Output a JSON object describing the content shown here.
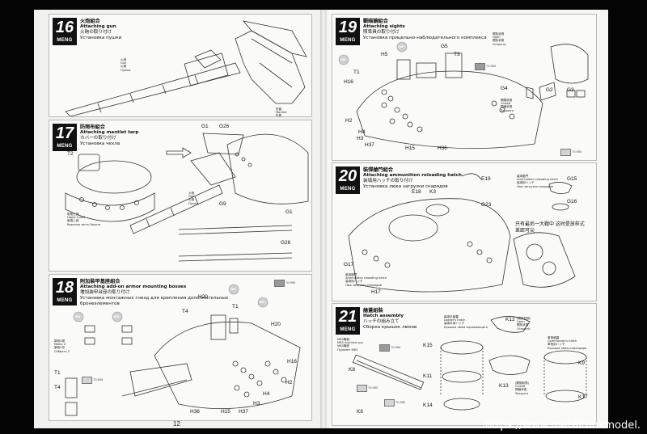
{
  "left_page": {
    "page_number": "12",
    "steps": [
      {
        "number": "16",
        "brand": "MENG",
        "title_zh": "火炮組合",
        "title_en": "Attaching gun",
        "title_jp": "火砲の取り付け",
        "title_ru": "Установка пушки",
        "labels": [
          {
            "text": "火炮\nGun\n火砲\nПушка"
          },
          {
            "text": "防盾\nMantlet\n防盾\nБронемаска"
          }
        ]
      },
      {
        "number": "17",
        "brand": "MENG",
        "title_zh": "防雨布組合",
        "title_en": "Attaching mantlet tarp",
        "title_jp": "カバーの取り付け",
        "title_ru": "Установка чехла",
        "parts": [
          "G1",
          "G26",
          "T2",
          "G9",
          "G1",
          "G26"
        ],
        "labels": [
          {
            "text": "大炮\nGun\n火砲\nПушка"
          },
          {
            "text": "砲塔上部\nUpper turret\n砲塔上部\nВерхняя часть башни"
          }
        ]
      },
      {
        "number": "18",
        "brand": "MENG",
        "title_zh": "附加裝甲基座組合",
        "title_en": "Attaching add-on armor mounting bosses",
        "title_jp": "増加装甲台座の取り付け",
        "title_ru": "Установка монтажных гнезд для крепления дополнительных бронеэлементов",
        "parts": [
          "H20",
          "T4",
          "T1",
          "H20",
          "H16",
          "H2",
          "H4",
          "H3",
          "H37",
          "H15",
          "H36",
          "T1",
          "T4"
        ],
        "circles": [
          "W4",
          "W5",
          "W4",
          "W5"
        ],
        "code": "70.950",
        "code2": "70.939",
        "labels": [
          {
            "text": "擊段2號\nMakio 2\n撃段2号\nСобрать 2"
          }
        ]
      }
    ]
  },
  "right_page": {
    "steps": [
      {
        "number": "19",
        "brand": "MENG",
        "title_zh": "觀瞄鏡組合",
        "title_en": "Attaching sights",
        "title_jp": "照準具の取り付け",
        "title_ru": "Установка прицельно-наблюдательного комплекса",
        "parts": [
          "H5",
          "G5",
          "T3",
          "T1",
          "H16",
          "H2",
          "H4",
          "H3",
          "H37",
          "H15",
          "H36",
          "G4",
          "G2",
          "G3"
        ],
        "circles": [
          "W6",
          "W6"
        ],
        "code": "70.950",
        "code2": "70.950",
        "labels": [
          {
            "text": "開放狀態\nOpen\n開放状態\nОткрыто"
          },
          {
            "text": "關閉狀態\nClosed\n閉鎖状態\nЗакрыто"
          }
        ]
      },
      {
        "number": "20",
        "brand": "MENG",
        "title_zh": "裝彈艙門組合",
        "title_en": "Attaching ammunition reloading hatch",
        "title_jp": "装填用ハッチの取り付け",
        "title_ru": "Установка люка загрузки снарядов",
        "parts": [
          "E19",
          "E18",
          "K3",
          "G23",
          "G15",
          "G16",
          "G17",
          "H17"
        ],
        "handwritten": "只有最后一大戰中 这时是放样式 差距可尖",
        "labels": [
          {
            "text": "裝填艙門\nAmmunition reloading hatch\n装填用ハッチ\nЛюк загрузки снарядов"
          },
          {
            "text": "裝填艙門\nAmmunition reloading hatch\n装填用ハッチ\nЛюк загрузки снарядов"
          }
        ]
      },
      {
        "number": "21",
        "brand": "MENG",
        "title_zh": "艙蓋組裝",
        "title_en": "Hatch assembly",
        "title_jp": "ハッチの組み立て",
        "title_ru": "Сборка крышек люков",
        "parts": [
          "K12",
          "K15",
          "K11",
          "K14",
          "K8",
          "K6",
          "K13",
          "K9",
          "K17"
        ],
        "code": "70.950",
        "code2": "70.950",
        "code3": "70.950",
        "labels": [
          {
            "text": "M63機槍\nM63 machine gun\nM63機銃\nПулемет M63"
          },
          {
            "text": "裝填手艙蓋\nLoader's hatch\n装填手用ハッチ\nКрышка люка заряжающего"
          },
          {
            "text": "(開放狀態)\nOpen\n開放状態\nОткрыто"
          },
          {
            "text": "(關閉狀態)\nClosed\n閉鎖状態\nЗакрыто"
          },
          {
            "text": "車長艙蓋\nCommander's hatch\n車長用ハッチ\nКрышка люка командира"
          }
        ]
      }
    ]
  },
  "watermark": "https://www.metaltankmodel."
}
